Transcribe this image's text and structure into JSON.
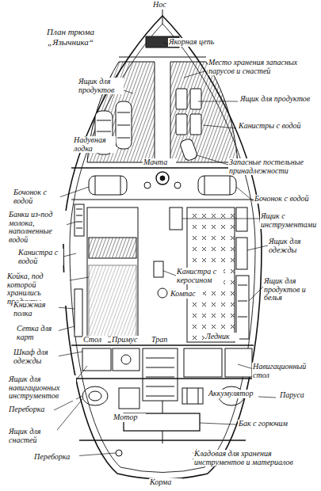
{
  "diagram": {
    "title": "План трюма „Язычника“",
    "labels": [
      "Нос",
      "Якорная цепь",
      "Место хранения запасных парусов и снастей",
      "Ящик для продуктов",
      "Ящик для продуктов",
      "Канистры с водой",
      "Надувная лодка",
      "Мачта",
      "Запасные постельные принадлежности",
      "Бочонок с водой",
      "Банки из-под молока, наполненные водой",
      "Бочонок с водой",
      "Ящик с инструментами",
      "Канистра с водой",
      "Ящик для одежды",
      "Койка, под которой хранились продукты",
      "Канистра с керосином",
      "Книжная полка",
      "Сетка для карт",
      "Ящик для продуктов и белья",
      "Шкаф для одежды",
      "Компас",
      "Ящик для навигационных инструментов",
      "Стол",
      "Примус",
      "Трап",
      "Ледник",
      "Навигационный стол",
      "Переборка",
      "Мотор",
      "Аккумулятор",
      "Ящик для снастей",
      "Паруса",
      "Бак с горючим",
      "Переборка",
      "Кладовая для хранения инструментов и материалов",
      "Корма"
    ]
  }
}
